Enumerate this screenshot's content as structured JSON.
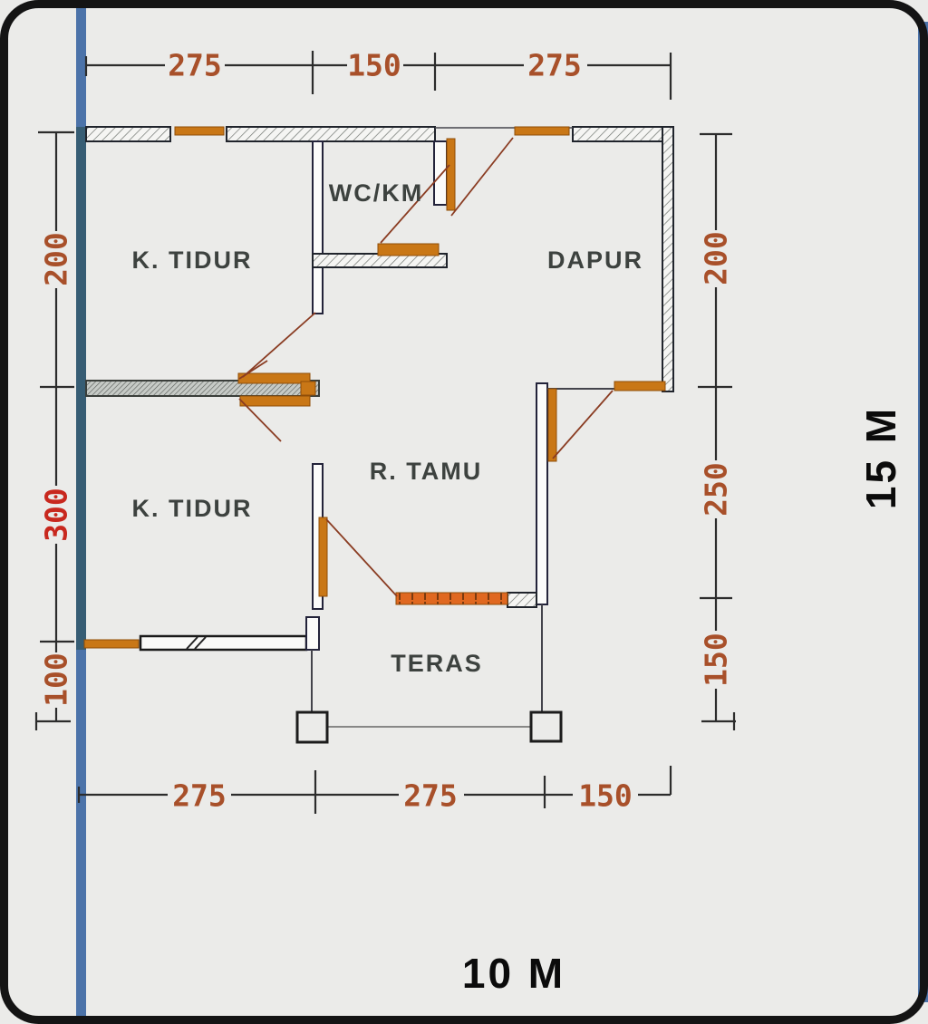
{
  "plan": {
    "type": "house-floor-plan",
    "rooms": [
      {
        "name": "K. TIDUR"
      },
      {
        "name": "WC/KM"
      },
      {
        "name": "DAPUR"
      },
      {
        "name": "R. TAMU"
      },
      {
        "name": "K. TIDUR"
      },
      {
        "name": "TERAS"
      }
    ],
    "dimensions": {
      "top": [
        "275",
        "150",
        "275"
      ],
      "left": [
        "200",
        "300",
        "100"
      ],
      "right": [
        "200",
        "250",
        "150"
      ],
      "bottom": [
        "275",
        "275",
        "150"
      ]
    },
    "site": {
      "width_label": "10 M",
      "height_label": "15 M"
    },
    "colors": {
      "background": "#ebebe9",
      "door_window": "#c97716",
      "dimension_text": "#a8502a",
      "dimension_text_emphasis": "#c8281e",
      "site_boundary_blue": "#4c73a9",
      "wall_outline": "#20242c",
      "frame_border": "#141414"
    }
  }
}
